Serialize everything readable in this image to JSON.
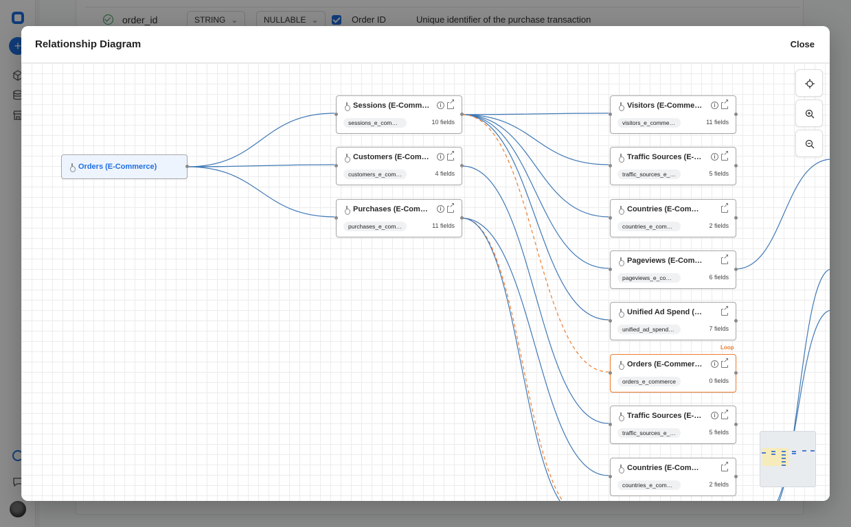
{
  "background": {
    "row": {
      "field_name": "order_id",
      "type_select": "STRING",
      "mode_select": "NULLABLE",
      "label": "Order ID",
      "description": "Unique identifier of the purchase transaction"
    }
  },
  "modal": {
    "title": "Relationship Diagram",
    "close_label": "Close"
  },
  "diagram": {
    "root": {
      "title": "Orders (E-Commerce)"
    },
    "level1": [
      {
        "title": "Sessions (E-Commerce)",
        "table": "sessions_e_commerce",
        "fields": "10 fields"
      },
      {
        "title": "Customers (E-Commerce)",
        "table": "customers_e_commerce",
        "fields": "4 fields"
      },
      {
        "title": "Purchases (E-Commerce)",
        "table": "purchases_e_commerce",
        "fields": "11 fields"
      }
    ],
    "level2": [
      {
        "title": "Visitors (E-Commerce)",
        "table": "visitors_e_commerce",
        "fields": "11 fields",
        "info": true
      },
      {
        "title": "Traffic Sources (E-Commerce)",
        "table": "traffic_sources_e_commerce",
        "fields": "5 fields",
        "info": true
      },
      {
        "title": "Countries (E-Commerce)",
        "table": "countries_e_commerce",
        "fields": "2 fields",
        "info": false
      },
      {
        "title": "Pageviews (E-Commerce)",
        "table": "pageviews_e_commerce",
        "fields": "6 fields",
        "info": false
      },
      {
        "title": "Unified Ad Spend (E-Commerce)",
        "table": "unified_ad_spend_e_commerce",
        "fields": "7 fields",
        "info": false
      },
      {
        "title": "Orders (E-Commerce)",
        "table": "orders_e_commerce",
        "fields": "0 fields",
        "info": true,
        "loop": true
      },
      {
        "title": "Traffic Sources (E-Commerce)",
        "table": "traffic_sources_e_commerce",
        "fields": "5 fields",
        "info": true
      },
      {
        "title": "Countries (E-Commerce)",
        "table": "countries_e_commerce",
        "fields": "2 fields",
        "info": false
      }
    ],
    "loop_label": "Loop",
    "colors": {
      "edge": "#3f78b5",
      "loop_edge": "#ee7c2d",
      "root_title": "#1f6fe0"
    }
  },
  "controls": {
    "fit_view": "crosshair-icon",
    "zoom_in": "zoom-in-icon",
    "zoom_out": "zoom-out-icon"
  }
}
